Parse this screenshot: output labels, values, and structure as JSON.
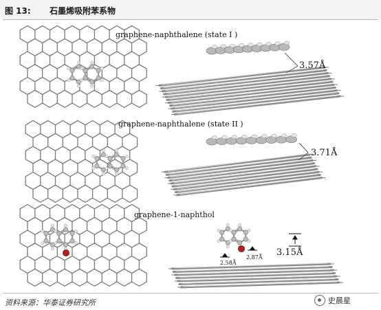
{
  "header": {
    "figure_number": "图 13:",
    "title": "石墨烯吸附苯系物"
  },
  "panels": [
    {
      "label": "graphene-naphthalene (state I )",
      "distance": "3.57Å"
    },
    {
      "label": "graphene-naphthalene (state II )",
      "distance": "3.71Å"
    },
    {
      "label": "graphene-1-naphthol",
      "distance": "3.15Å",
      "small_distances": [
        "2.58Å",
        "2.87Å"
      ]
    }
  ],
  "footer": {
    "source": "资料来源：华泰证券研究所",
    "watermark": "史晨星"
  },
  "colors": {
    "header_bg": "#f2f2f2",
    "bond_gray": "#7a7a7a",
    "oxygen_red": "#b22222"
  }
}
